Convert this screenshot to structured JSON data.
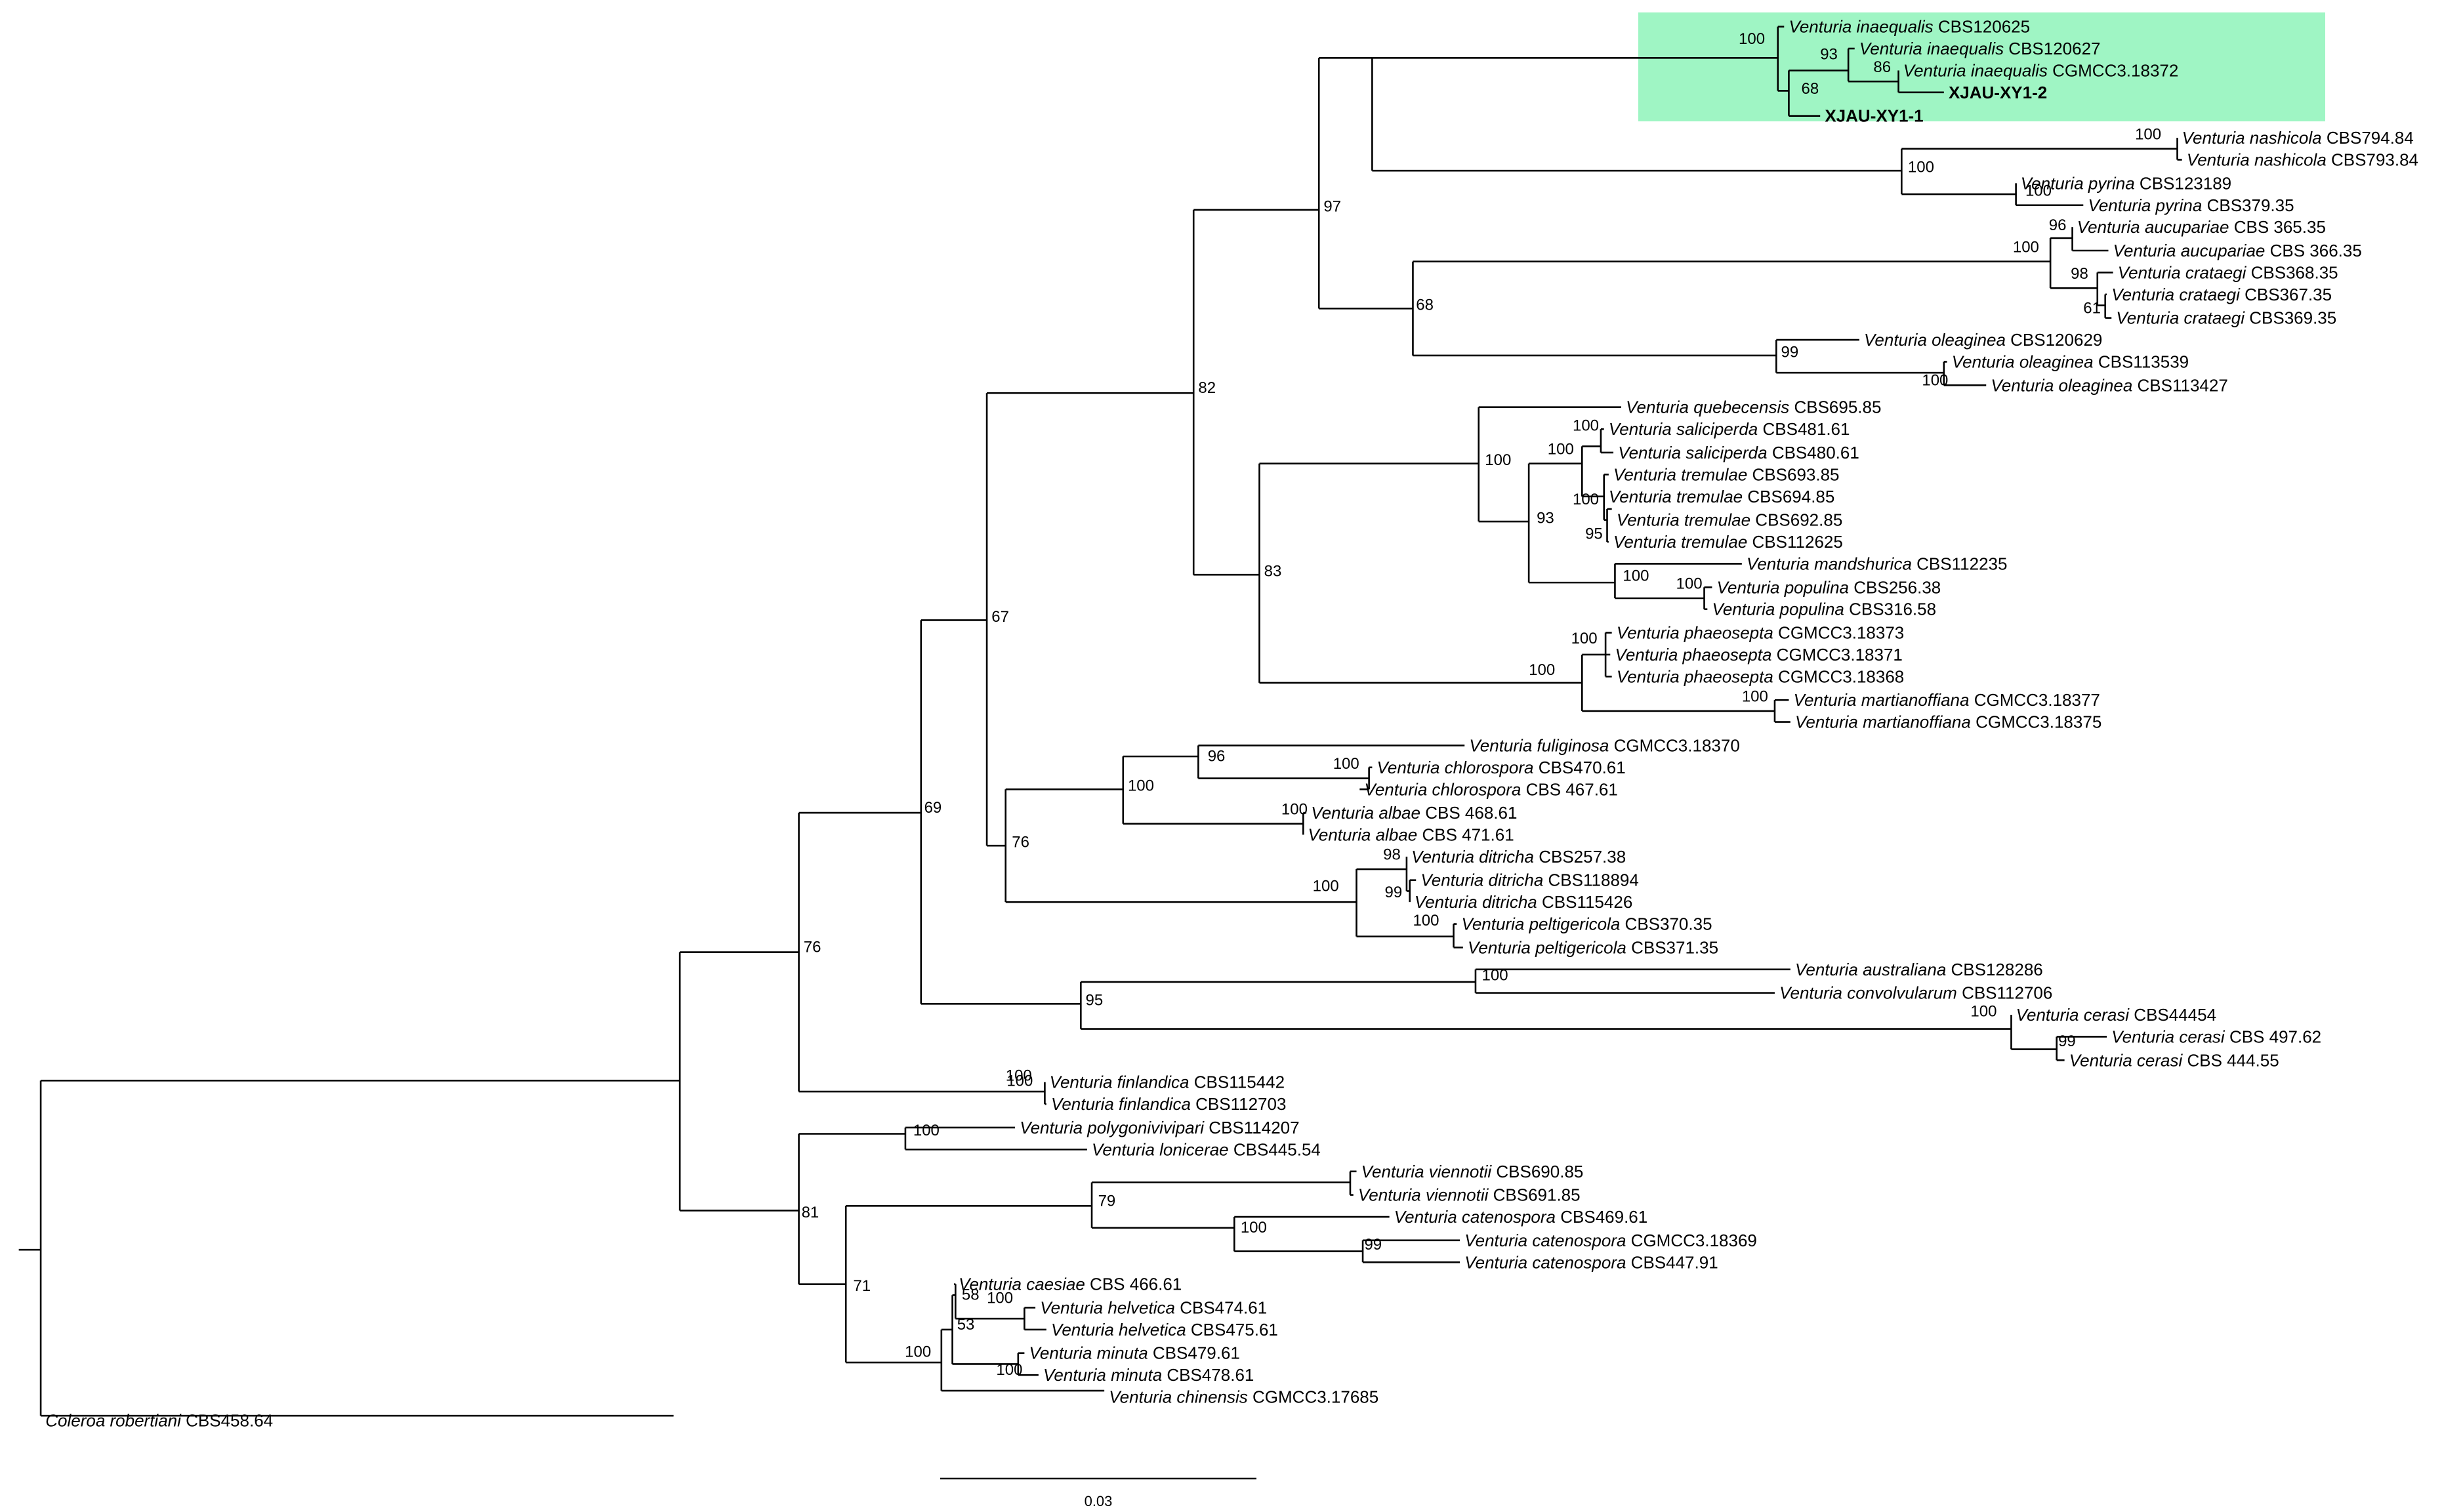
{
  "highlight_color": "#9ff5c4",
  "scale_bar_label": "0.03",
  "leaves": [
    {
      "genus": "Venturia",
      "species": "inaequalis",
      "strain": "CBS120625"
    },
    {
      "genus": "Venturia",
      "species": "inaequalis",
      "strain": "CBS120627"
    },
    {
      "genus": "Venturia",
      "species": "inaequalis",
      "strain": "CGMCC3.18372"
    },
    {
      "genus": "",
      "species": "",
      "strain": "XJAU-XY1-2",
      "bold": true
    },
    {
      "genus": "",
      "species": "",
      "strain": "XJAU-XY1-1",
      "bold": true
    },
    {
      "genus": "Venturia",
      "species": "nashicola",
      "strain": "CBS794.84"
    },
    {
      "genus": "Venturia",
      "species": "nashicola",
      "strain": "CBS793.84"
    },
    {
      "genus": "Venturia",
      "species": "pyrina",
      "strain": "CBS123189"
    },
    {
      "genus": "Venturia",
      "species": "pyrina",
      "strain": "CBS379.35"
    },
    {
      "genus": "Venturia",
      "species": "aucupariae",
      "strain": "CBS 365.35"
    },
    {
      "genus": "Venturia",
      "species": "aucupariae",
      "strain": "CBS  366.35"
    },
    {
      "genus": "Venturia",
      "species": "crataegi",
      "strain": "CBS368.35"
    },
    {
      "genus": "Venturia",
      "species": "crataegi",
      "strain": "CBS367.35"
    },
    {
      "genus": "Venturia",
      "species": "crataegi",
      "strain": "CBS369.35"
    },
    {
      "genus": "Venturia",
      "species": "oleaginea",
      "strain": "CBS120629"
    },
    {
      "genus": "Venturia",
      "species": "oleaginea",
      "strain": "CBS113539"
    },
    {
      "genus": "Venturia",
      "species": "oleaginea",
      "strain": "CBS113427"
    },
    {
      "genus": "Venturia",
      "species": "quebecensis",
      "strain": "CBS695.85"
    },
    {
      "genus": "Venturia",
      "species": "saliciperda",
      "strain": "CBS481.61"
    },
    {
      "genus": "Venturia",
      "species": "saliciperda",
      "strain": "CBS480.61"
    },
    {
      "genus": "Venturia",
      "species": "tremulae",
      "strain": "CBS693.85"
    },
    {
      "genus": "Venturia",
      "species": "tremulae",
      "strain": "CBS694.85"
    },
    {
      "genus": "Venturia",
      "species": "tremulae",
      "strain": "CBS692.85"
    },
    {
      "genus": "Venturia",
      "species": "tremulae",
      "strain": "CBS112625"
    },
    {
      "genus": "Venturia",
      "species": "mandshurica",
      "strain": "CBS112235"
    },
    {
      "genus": "Venturia",
      "species": "populina",
      "strain": "CBS256.38"
    },
    {
      "genus": "Venturia",
      "species": "populina",
      "strain": "CBS316.58"
    },
    {
      "genus": "Venturia",
      "species": "phaeosepta",
      "strain": "CGMCC3.18373"
    },
    {
      "genus": "Venturia",
      "species": "phaeosepta",
      "strain": "CGMCC3.18371"
    },
    {
      "genus": "Venturia",
      "species": "phaeosepta",
      "strain": "CGMCC3.18368"
    },
    {
      "genus": "Venturia",
      "species": "martianoffiana",
      "strain": "CGMCC3.18377"
    },
    {
      "genus": "Venturia",
      "species": "martianoffiana",
      "strain": "CGMCC3.18375"
    },
    {
      "genus": "Venturia",
      "species": "fuliginosa",
      "strain": "CGMCC3.18370"
    },
    {
      "genus": "Venturia",
      "species": "chlorospora",
      "strain": "CBS470.61"
    },
    {
      "genus": "Venturia",
      "species": "chlorospora",
      "strain": "CBS  467.61"
    },
    {
      "genus": "Venturia",
      "species": "albae",
      "strain": "CBS 468.61"
    },
    {
      "genus": "Venturia",
      "species": "albae",
      "strain": "CBS 471.61"
    },
    {
      "genus": "Venturia",
      "species": "ditricha",
      "strain": "CBS257.38"
    },
    {
      "genus": "Venturia",
      "species": "ditricha",
      "strain": "CBS118894"
    },
    {
      "genus": "Venturia",
      "species": "ditricha",
      "strain": "CBS115426"
    },
    {
      "genus": "Venturia",
      "species": "peltigericola",
      "strain": "CBS370.35"
    },
    {
      "genus": "Venturia",
      "species": "peltigericola",
      "strain": "CBS371.35"
    },
    {
      "genus": "Venturia",
      "species": "australiana",
      "strain": "CBS128286"
    },
    {
      "genus": "Venturia",
      "species": "convolvularum",
      "strain": "CBS112706"
    },
    {
      "genus": "Venturia",
      "species": "cerasi",
      "strain": "CBS44454"
    },
    {
      "genus": "Venturia",
      "species": "cerasi",
      "strain": "CBS  497.62"
    },
    {
      "genus": "Venturia",
      "species": "cerasi",
      "strain": "CBS  444.55"
    },
    {
      "genus": "Venturia",
      "species": "finlandica",
      "strain": "CBS115442"
    },
    {
      "genus": "Venturia",
      "species": "finlandica",
      "strain": "CBS112703"
    },
    {
      "genus": "Venturia",
      "species": "polygonivivipari",
      "strain": "CBS114207"
    },
    {
      "genus": "Venturia",
      "species": "lonicerae",
      "strain": "CBS445.54"
    },
    {
      "genus": "Venturia",
      "species": "viennotii",
      "strain": "CBS690.85"
    },
    {
      "genus": "Venturia",
      "species": "viennotii",
      "strain": "CBS691.85"
    },
    {
      "genus": "Venturia",
      "species": "catenospora",
      "strain": "CBS469.61"
    },
    {
      "genus": "Venturia",
      "species": "catenospora",
      "strain": "CGMCC3.18369"
    },
    {
      "genus": "Venturia",
      "species": "catenospora",
      "strain": "CBS447.91"
    },
    {
      "genus": "Venturia",
      "species": "caesiae",
      "strain": "CBS  466.61"
    },
    {
      "genus": "Venturia",
      "species": "helvetica",
      "strain": "CBS474.61"
    },
    {
      "genus": "Venturia",
      "species": "helvetica",
      "strain": "CBS475.61"
    },
    {
      "genus": "Venturia",
      "species": "minuta",
      "strain": "CBS479.61"
    },
    {
      "genus": "Venturia",
      "species": "minuta",
      "strain": "CBS478.61"
    },
    {
      "genus": "Venturia",
      "species": "chinensis",
      "strain": "CGMCC3.17685"
    },
    {
      "genus": "Coleroa",
      "species": "robertiani",
      "strain": "CBS458.64"
    }
  ],
  "support_values": [
    "100",
    "93",
    "86",
    "68",
    "100",
    "100",
    "100",
    "96",
    "98",
    "61",
    "100",
    "68",
    "99",
    "100",
    "97",
    "100",
    "100",
    "95",
    "100",
    "93",
    "100",
    "100",
    "100",
    "100",
    "83",
    "82",
    "100",
    "96",
    "100",
    "98",
    "99",
    "100",
    "100",
    "76",
    "100",
    "99",
    "100",
    "95",
    "67",
    "100",
    "69",
    "76",
    "100",
    "79",
    "100",
    "99",
    "58",
    "100",
    "53",
    "100",
    "100",
    "71",
    "81"
  ]
}
